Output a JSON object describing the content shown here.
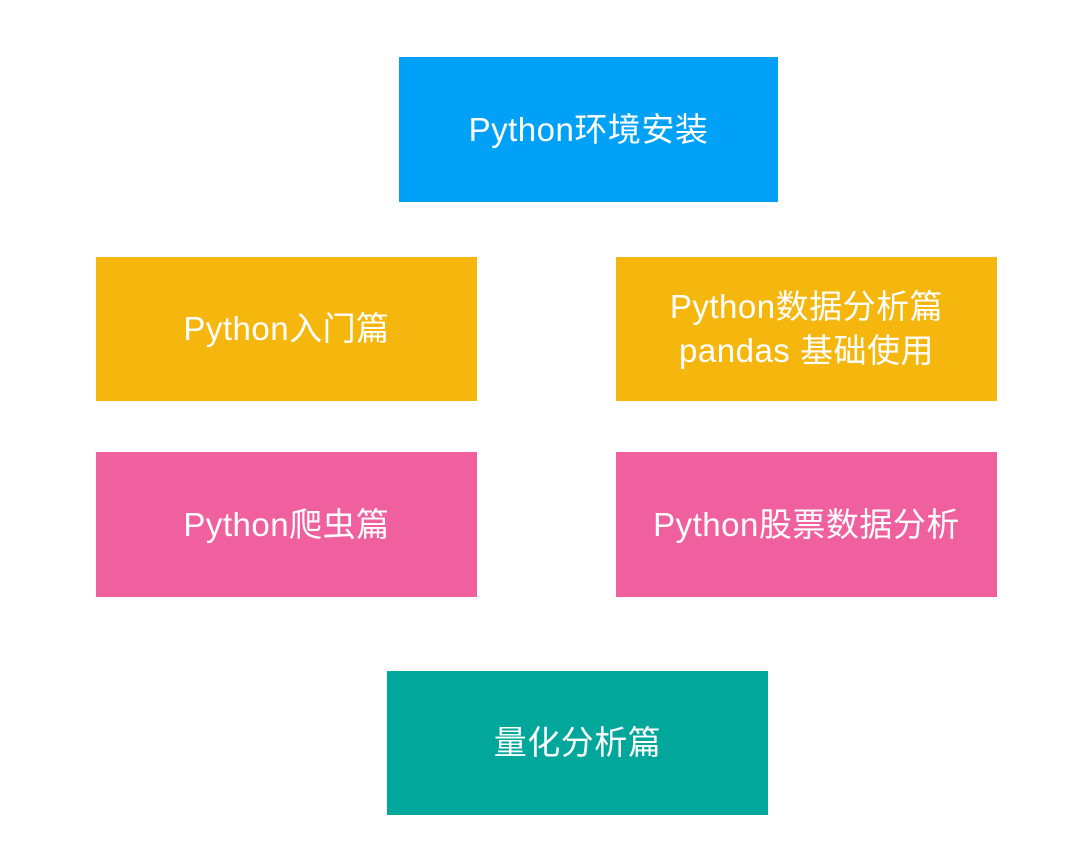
{
  "diagram": {
    "description": "Python learning path diagram",
    "colors": {
      "blue": "#00A1F7",
      "yellow": "#F5B60D",
      "pink": "#F0609F",
      "teal": "#00A79A",
      "text": "#FFFFFF",
      "background": "#FFFFFF"
    },
    "nodes": {
      "env_setup": {
        "label": "Python环境安装"
      },
      "intro": {
        "label": "Python入门篇"
      },
      "data_analysis": {
        "line1": "Python数据分析篇",
        "line2": "pandas 基础使用"
      },
      "crawler": {
        "label": "Python爬虫篇"
      },
      "stock_analysis": {
        "label": "Python股票数据分析"
      },
      "quant": {
        "label": "量化分析篇"
      }
    }
  }
}
